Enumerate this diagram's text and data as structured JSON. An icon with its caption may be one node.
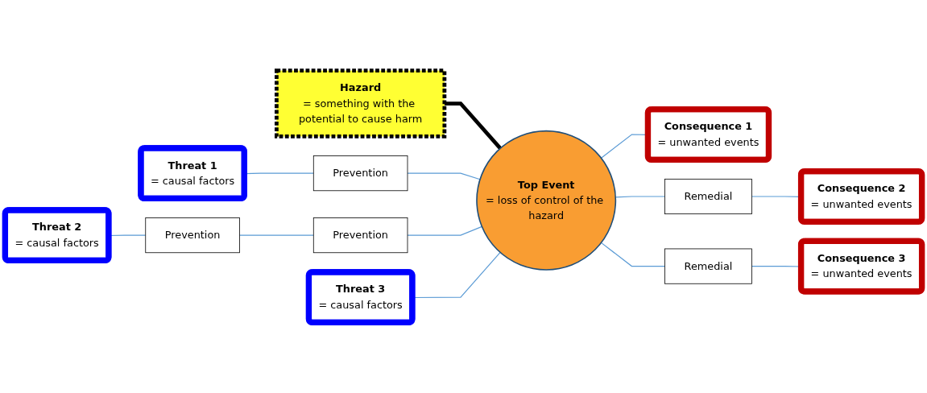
{
  "diagram": {
    "nodes": [
      {
        "text": [
          "Hazard",
          "= something with the potential to cause harm"
        ]
      },
      {
        "text": [
          "Threat 1",
          "= causal factors"
        ]
      },
      {
        "text": [
          "Prevention"
        ]
      },
      {
        "text": [
          "Consequence 1",
          "= unwanted events"
        ]
      },
      {
        "text": [
          "Threat 2",
          "= causal factors"
        ]
      },
      {
        "text": [
          "Prevention"
        ]
      },
      {
        "text": [
          "Prevention"
        ]
      },
      {
        "text": [
          "Top Event",
          "= loss of control of the hazard"
        ]
      },
      {
        "text": [
          "Remedial"
        ]
      },
      {
        "text": [
          "Consequence 2",
          "= unwanted events"
        ]
      },
      {
        "text": [
          "Threat 3",
          "= causal factors"
        ]
      },
      {
        "text": [
          "Remedial"
        ]
      },
      {
        "text": [
          "Consequence 3",
          "= unwanted events"
        ]
      }
    ],
    "edges": [
      {
        "from": 0,
        "to": 7,
        "arrow": "none",
        "style": "thick",
        "color": "#000000"
      },
      {
        "from": 1,
        "to": 2,
        "arrow": "none"
      },
      {
        "from": 2,
        "to": 7,
        "arrow": "none"
      },
      {
        "from": 4,
        "to": 5,
        "arrow": "none"
      },
      {
        "from": 5,
        "to": 6,
        "arrow": "none"
      },
      {
        "from": 6,
        "to": 7,
        "arrow": "none"
      },
      {
        "from": 10,
        "to": 7,
        "arrow": "none"
      },
      {
        "from": 7,
        "to": 3,
        "arrow": "none"
      },
      {
        "from": 7,
        "to": 8,
        "arrow": "none"
      },
      {
        "from": 8,
        "to": 9,
        "arrow": "none"
      },
      {
        "from": 7,
        "to": 11,
        "arrow": "none"
      },
      {
        "from": 11,
        "to": 12,
        "arrow": "none"
      }
    ]
  }
}
